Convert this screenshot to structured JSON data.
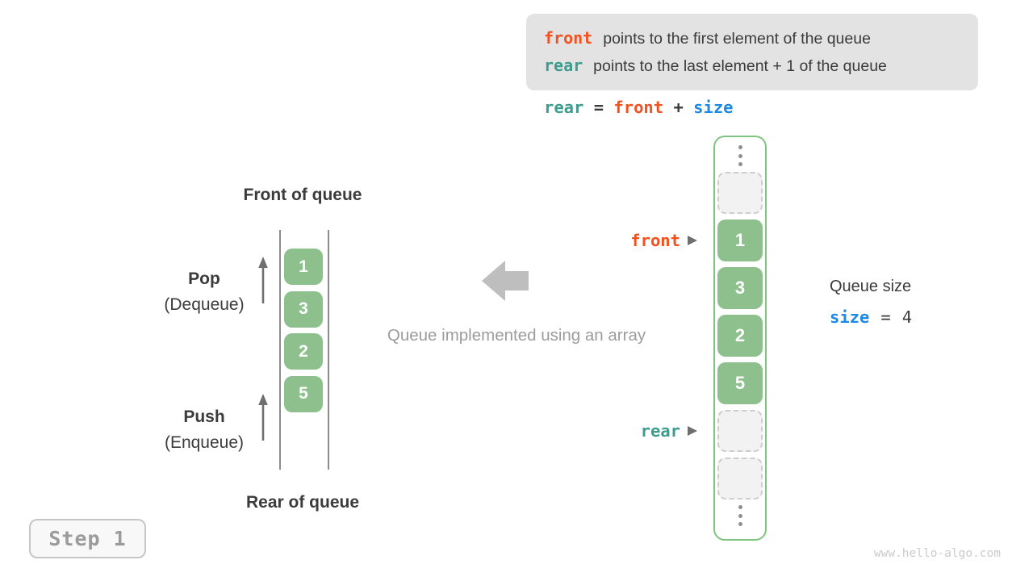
{
  "info_box": {
    "lines": [
      {
        "keyword": "front",
        "text": "points to the first element of the queue"
      },
      {
        "keyword": "rear",
        "text": "points to the last element + 1 of the queue"
      }
    ]
  },
  "formula": {
    "parts": [
      {
        "text": "rear",
        "color": "#3D9C8E"
      },
      {
        "text": " = ",
        "color": "#3B3B3B"
      },
      {
        "text": "front",
        "color": "#F4511E"
      },
      {
        "text": " + ",
        "color": "#3B3B3B"
      },
      {
        "text": "size",
        "color": "#1E88E5"
      }
    ]
  },
  "left_diagram": {
    "front_label": "Front of queue",
    "rear_label": "Rear of queue",
    "pop_label": "Pop",
    "pop_sublabel": "(Dequeue)",
    "push_label": "Push",
    "push_sublabel": "(Enqueue)",
    "values": [
      "1",
      "3",
      "2",
      "5"
    ]
  },
  "center": {
    "caption": "Queue implemented using an array"
  },
  "array_diagram": {
    "cells": [
      {
        "type": "ellipsis"
      },
      {
        "type": "empty"
      },
      {
        "type": "value",
        "value": "1"
      },
      {
        "type": "value",
        "value": "3"
      },
      {
        "type": "value",
        "value": "2"
      },
      {
        "type": "value",
        "value": "5"
      },
      {
        "type": "empty"
      },
      {
        "type": "empty"
      },
      {
        "type": "ellipsis"
      }
    ],
    "front_pointer": "front",
    "rear_pointer": "rear"
  },
  "queue_size": {
    "label": "Queue size",
    "var": "size",
    "equals": "=",
    "value": "4"
  },
  "step_badge": "Step 1",
  "watermark": "www.hello-algo.com",
  "colors": {
    "front": "#F4511E",
    "rear": "#3D9C8E",
    "size": "#1E88E5",
    "cell_green": "#8DC08C",
    "container_border": "#7FC47F",
    "info_box_bg": "#E3E3E3",
    "text_dark": "#3B3B3B",
    "muted_gray": "#9C9C9C"
  }
}
